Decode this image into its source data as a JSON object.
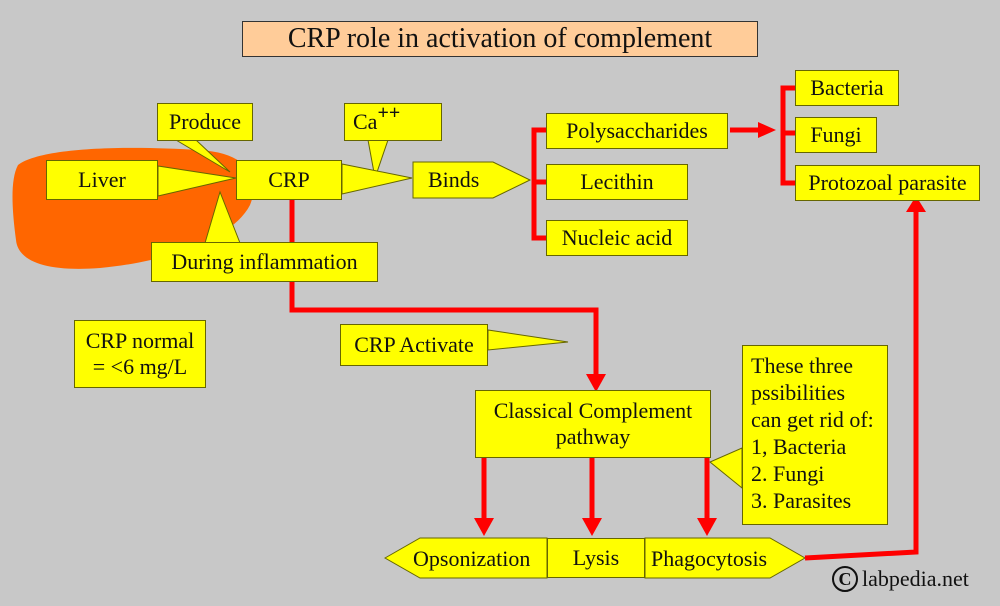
{
  "title": "CRP role in activation  of complement",
  "nodes": {
    "liver": "Liver",
    "produce": "Produce",
    "crp": "CRP",
    "ca": "Ca",
    "ca_superscript": "++",
    "binds": "Binds",
    "during_inflammation": "During inflammation",
    "polysaccharides": "Polysaccharides",
    "lecithin": "Lecithin",
    "nucleic_acid": "Nucleic acid",
    "bacteria": "Bacteria",
    "fungi": "Fungi",
    "protozoal_parasite": "Protozoal parasite",
    "crp_normal": "CRP normal\n= <6 mg/L",
    "crp_activate": "CRP Activate",
    "classical_pathway": "Classical Complement\npathway",
    "three_possibilities": "These three\npssibilities\ncan get rid of:\n1, Bacteria\n2. Fungi\n3. Parasites",
    "opsonization": "Opsonization",
    "lysis": "Lysis",
    "phagocytosis": "Phagocytosis"
  },
  "copyright": {
    "symbol": "C",
    "text": "labpedia.net"
  },
  "colors": {
    "background": "#c8c8c8",
    "box_fill": "#ffff00",
    "title_fill": "#ffcc99",
    "arrow": "#ff0000",
    "liver": "#ff6600"
  },
  "icons": [
    "copyright-icon"
  ]
}
